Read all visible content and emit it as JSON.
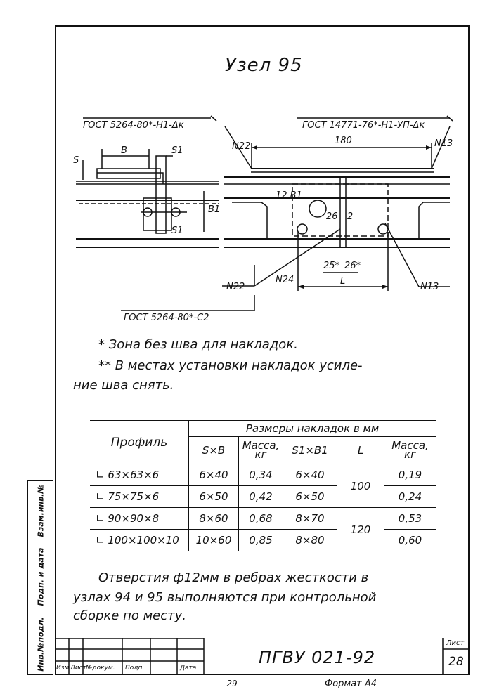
{
  "title": "Узел 95",
  "labels": {
    "gost_left": "ГОСТ 5264-80*-Н1-Δк",
    "gost_right": "ГОСТ 14771-76*-Н1-УП-Δк",
    "gost_bottom": "ГОСТ 5264-80*-С2",
    "n22_top": "N22",
    "n13_top": "N13",
    "n24": "N24",
    "n22_bottom": "N22",
    "n13_bottom": "N13",
    "dim_180": "180",
    "dim_B": "B",
    "dim_S1": "S1",
    "dim_S": "S",
    "dim_B1": "B1",
    "dim_S1_lower": "S1",
    "dim_12B1": "12 B1",
    "dim_26": "26",
    "dim_2": "2",
    "dim_25": "25*",
    "dim_26b": "26*",
    "dim_L": "L"
  },
  "notes": [
    "* Зона без шва для накладок.",
    "** В местах установки накладок усиле-",
    "ние шва снять."
  ],
  "table": {
    "header_profile": "Профиль",
    "header_group": "Размеры накладок в мм",
    "sub_headers": [
      "S×B",
      "Масса, кг",
      "S1×B1",
      "L",
      "Масса, кг"
    ],
    "rows": [
      {
        "profile": "∟ 63×63×6",
        "sxb": "6×40",
        "mass1": "0,34",
        "s1b1": "6×40",
        "mass2": "0,19"
      },
      {
        "profile": "∟ 75×75×6",
        "sxb": "6×50",
        "mass1": "0,42",
        "s1b1": "6×50",
        "mass2": "0,24"
      },
      {
        "profile": "∟ 90×90×8",
        "sxb": "8×60",
        "mass1": "0,68",
        "s1b1": "8×70",
        "mass2": "0,53"
      },
      {
        "profile": "∟ 100×100×10",
        "sxb": "10×60",
        "mass1": "0,85",
        "s1b1": "8×80",
        "mass2": "0,60"
      }
    ],
    "L_values": [
      "100",
      "120"
    ]
  },
  "bottom_note": [
    "Отверстия ф12мм в ребрах жесткости в",
    "узлах 94 и 95 выполняются при контрольной",
    "сборке по месту."
  ],
  "sidebar": [
    "Взам.инв.№",
    "Подп. и дата",
    "Инв.№подл."
  ],
  "stamp": {
    "doc_code": "ПГВУ 021-92",
    "sheet_label": "Лист",
    "sheet_no": "28",
    "cols": [
      "Изм.",
      "Лист",
      "№докум.",
      "Подп.",
      "Дата"
    ]
  },
  "footer": {
    "page": "-29-",
    "format": "Формат А4"
  }
}
